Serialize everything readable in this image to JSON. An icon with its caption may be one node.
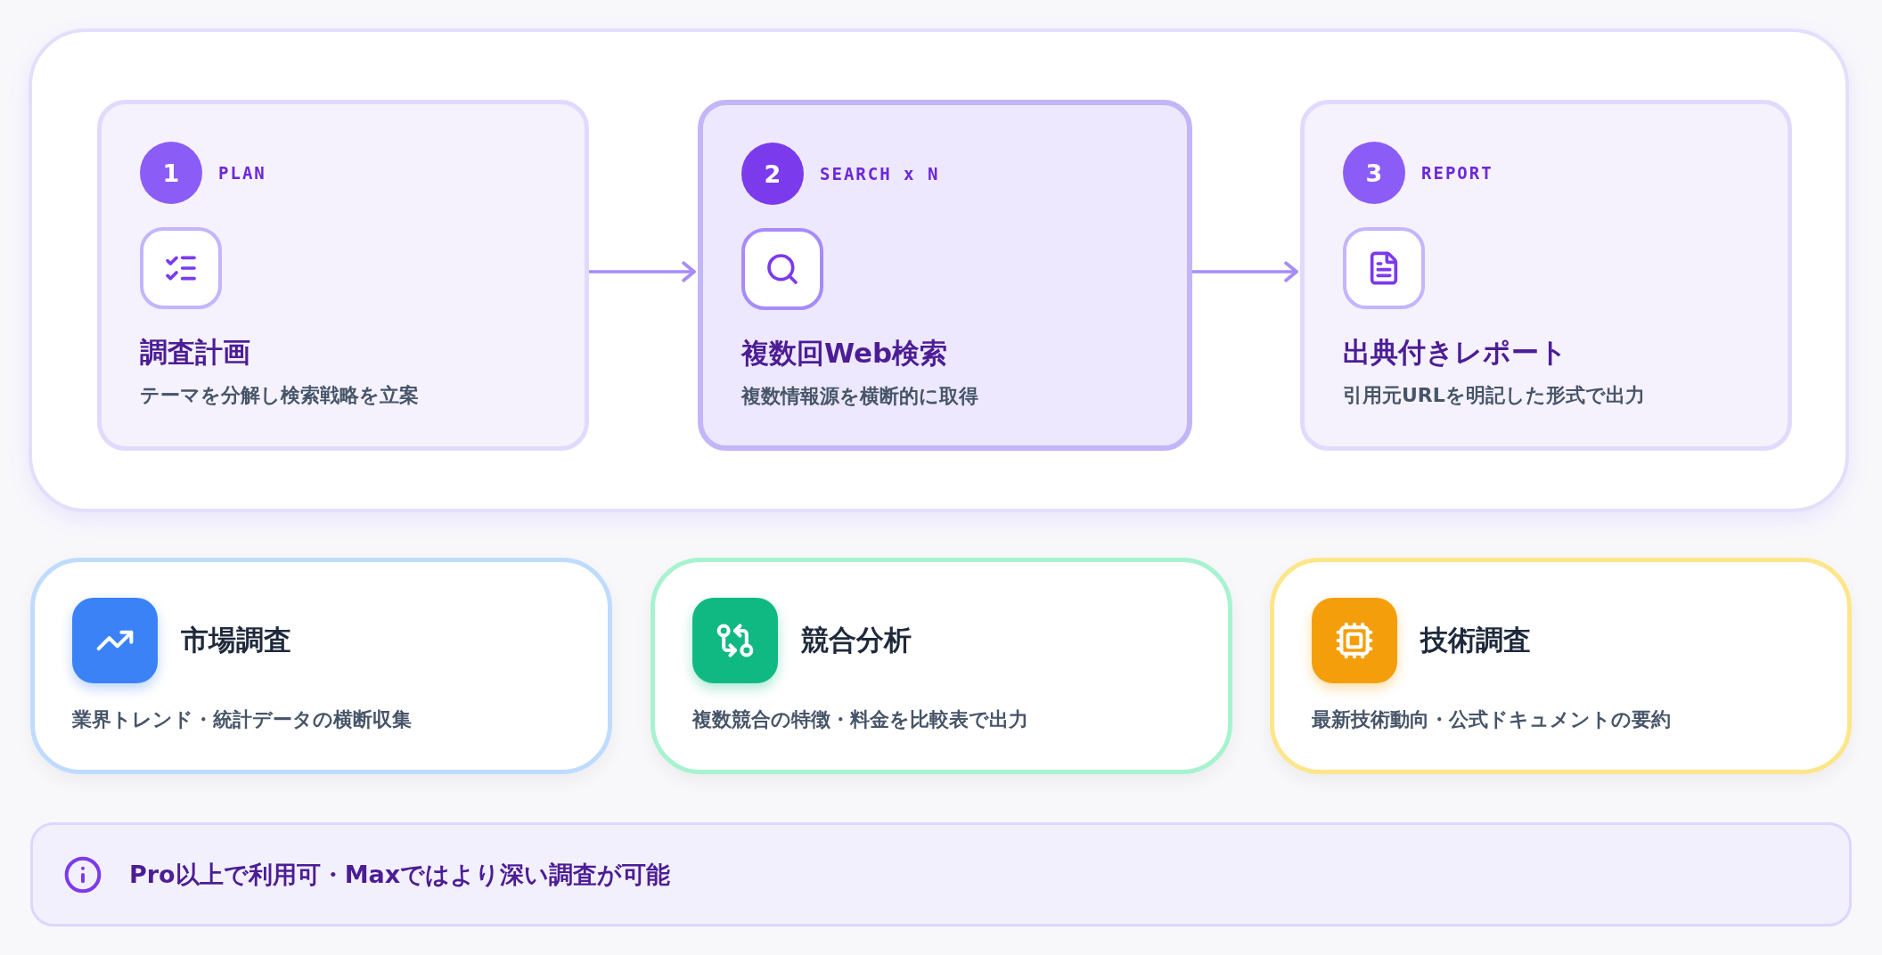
{
  "diagram": {
    "nodes": [
      {
        "text": [],
        "shape": "box"
      },
      {
        "text": [
          "1",
          "PLAN",
          "調査計画",
          "テーマを分解し検索戦略を立案"
        ],
        "in": 0
      },
      {
        "text": [
          "2",
          "SEARCH x N",
          "複数回Web検索",
          "複数情報源を横断的に取得"
        ],
        "in": 0
      },
      {
        "text": [
          "3",
          "REPORT",
          "出典付きレポート",
          "引用元URLを明記した形式で出力"
        ],
        "in": 0
      },
      {
        "text": [
          "市場調査",
          "業界トレンド・統計データの横断収集"
        ]
      },
      {
        "text": [
          "競合分析",
          "複数競合の特徴・料金を比較表で出力"
        ]
      },
      {
        "text": [
          "技術調査",
          "最新技術動向・公式ドキュメントの要約"
        ]
      },
      {
        "text": [
          "Pro以上で利用可・Maxではより深い調査が可能"
        ]
      }
    ],
    "edges": [
      {
        "from": 1,
        "to": 2,
        "arrow": "to"
      },
      {
        "from": 2,
        "to": 3,
        "arrow": "to"
      }
    ]
  }
}
